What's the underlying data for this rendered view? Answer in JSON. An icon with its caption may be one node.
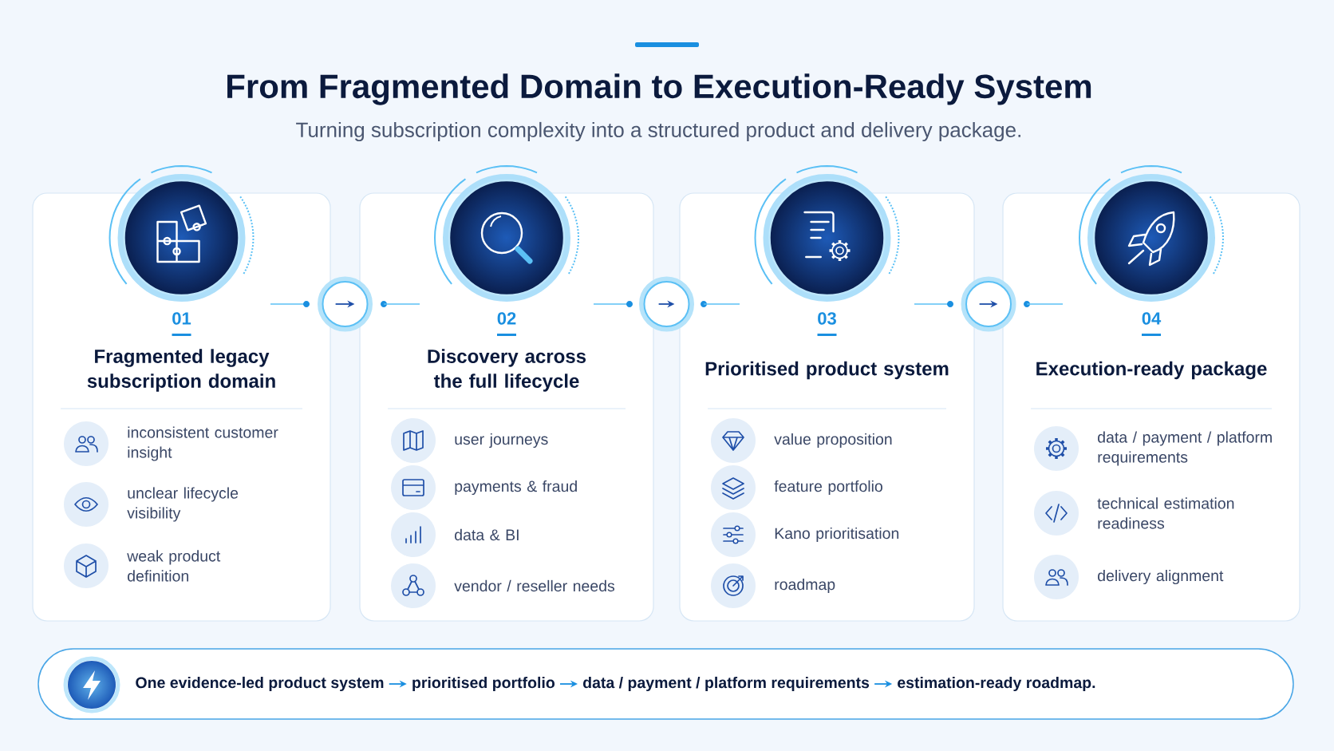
{
  "diagram": {
    "title": "From Fragmented Domain to Execution-Ready System",
    "nodes": [
      {
        "text": [
          "01",
          "Fragmented legacy subscription domain",
          "inconsistent customer insight",
          "unclear lifecycle visibility",
          "weak product definition"
        ]
      },
      {
        "text": [
          "02",
          "Discovery across the full lifecycle",
          "user journeys",
          "payments & fraud",
          "data & BI",
          "vendor / reseller needs"
        ]
      },
      {
        "text": [
          "03",
          "Prioritised product system",
          "value proposition",
          "feature portfolio",
          "Kano prioritisation",
          "roadmap"
        ]
      },
      {
        "text": [
          "04",
          "Execution-ready package",
          "data / payment / platform requirements",
          "technical estimation readiness",
          "delivery alignment"
        ]
      },
      {
        "text": [],
        "shape": "bar"
      },
      {
        "text": [
          "One evidence-led product system"
        ],
        "in": 4
      },
      {
        "text": [
          "prioritised portfolio"
        ],
        "in": 4
      },
      {
        "text": [
          "data / payment / platform requirements"
        ],
        "in": 4
      },
      {
        "text": [
          "estimation-ready roadmap."
        ],
        "in": 4
      }
    ],
    "edges": [
      {
        "from": 0,
        "to": 1,
        "arrow": "to"
      },
      {
        "from": 1,
        "to": 2,
        "arrow": "to"
      },
      {
        "from": 2,
        "to": 3,
        "arrow": "to"
      },
      {
        "from": 5,
        "to": 6,
        "arrow": "to"
      },
      {
        "from": 6,
        "to": 7,
        "arrow": "to"
      },
      {
        "from": 7,
        "to": 8,
        "arrow": "to"
      }
    ],
    "labels": [
      "Turning subscription complexity into a structured product and delivery package."
    ]
  }
}
